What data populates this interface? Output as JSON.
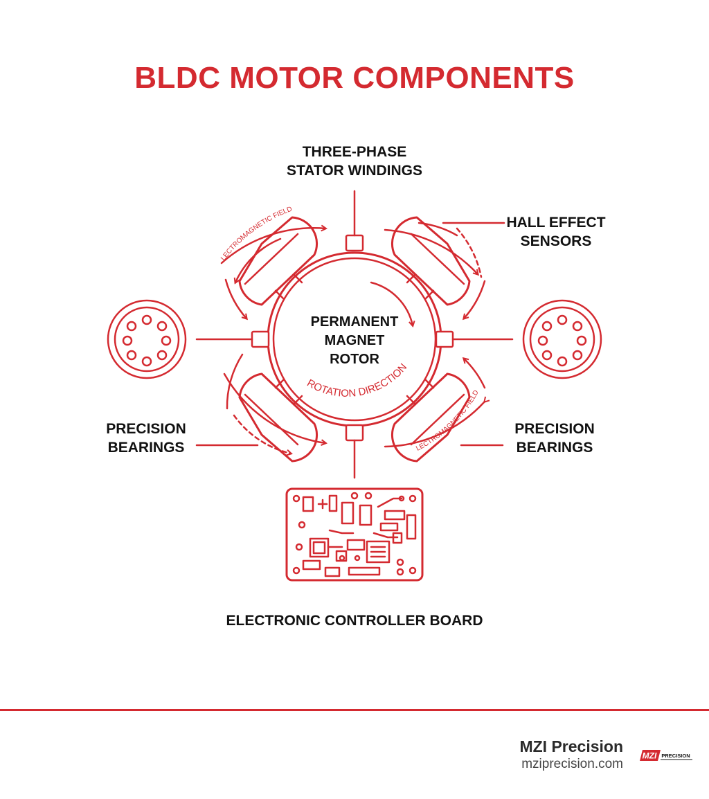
{
  "title": "BLDC MOTOR COMPONENTS",
  "labels": {
    "stator": [
      "THREE-PHASE",
      "STATOR WINDINGS"
    ],
    "hall": [
      "HALL EFFECT",
      "SENSORS"
    ],
    "rotor": [
      "PERMANENT",
      "MAGNET",
      "ROTOR"
    ],
    "bearings_left": [
      "PRECISION",
      "BEARINGS"
    ],
    "bearings_right": [
      "PRECISION",
      "BEARINGS"
    ],
    "controller": "ELECTRONIC CONTROLLER BOARD"
  },
  "annotations": {
    "rotation": "ROTATION DIRECTION",
    "fields_top": "ELECTROMAGNETIC FIELDS",
    "fields_bottom": "ELECTROMAGNETIC FIELDS"
  },
  "brand": {
    "name": "MZI Precision",
    "url": "mziprecision.com",
    "logo_main": "MZI",
    "logo_sub": "PRECISION"
  },
  "colors": {
    "accent": "#d42a30",
    "text": "#111111"
  }
}
